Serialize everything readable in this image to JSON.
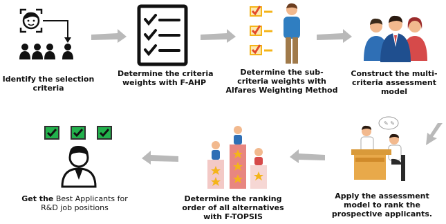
{
  "steps": [
    {
      "line1": "Identify the selection",
      "line2": "criteria",
      "icon": "selection-criteria-icon"
    },
    {
      "line1": "Determine the criteria",
      "line2": "weights with F-AHP",
      "icon": "checklist-icon"
    },
    {
      "line1": "Determine the sub-",
      "line2": "criteria weights with",
      "line3": "Alfares Weighting Method",
      "icon": "person-checklist-icon"
    },
    {
      "line1": "Construct the multi-",
      "line2": "criteria assessment",
      "line3": "model",
      "icon": "team-icon"
    },
    {
      "line1": "Apply the assessment",
      "line2": "model to rank the",
      "line3": "prospective applicants.",
      "icon": "interview-icon"
    },
    {
      "line1": "Determine the ranking",
      "line2": "order of all alternatives",
      "line3": "with F-TOPSIS",
      "icon": "podium-icon"
    },
    {
      "line1a": "Get the",
      "line1b": " Best Applicants for",
      "line2": "R&D job positions",
      "icon": "best-applicant-icon"
    }
  ],
  "colors": {
    "arrow": "#b9b9b9",
    "check_green": "#22b14c",
    "star": "#f4b41a",
    "blue": "#2f6fb5",
    "red": "#d64a4a"
  }
}
